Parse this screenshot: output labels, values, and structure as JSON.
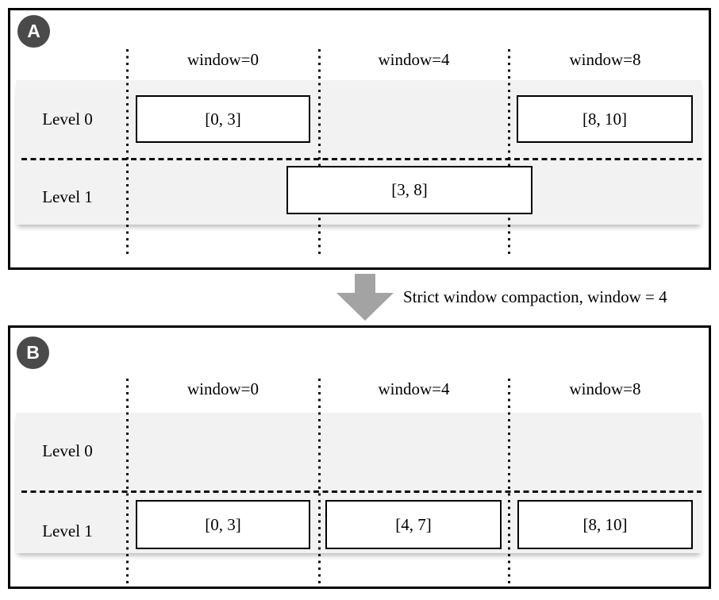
{
  "diagram": {
    "panel_a": {
      "badge": "A",
      "columns": [
        "window=0",
        "window=4",
        "window=8"
      ],
      "rows": [
        "Level 0",
        "Level 1"
      ],
      "boxes": {
        "level0_window0": "[0, 3]",
        "level0_window8": "[8, 10]",
        "level1_span": "[3, 8]"
      }
    },
    "transition": {
      "label": "Strict window compaction, window = 4",
      "arrow_icon": "down-arrow"
    },
    "panel_b": {
      "badge": "B",
      "columns": [
        "window=0",
        "window=4",
        "window=8"
      ],
      "rows": [
        "Level 0",
        "Level 1"
      ],
      "boxes": {
        "level1_window0": "[0, 3]",
        "level1_window4": "[4, 7]",
        "level1_window8": "[8, 10]"
      }
    },
    "colors": {
      "border_black": "#000000",
      "row_band_gray": "#f2f2f2",
      "badge_gray": "#4a4a4a",
      "arrow_gray": "#a3a3a3"
    }
  }
}
